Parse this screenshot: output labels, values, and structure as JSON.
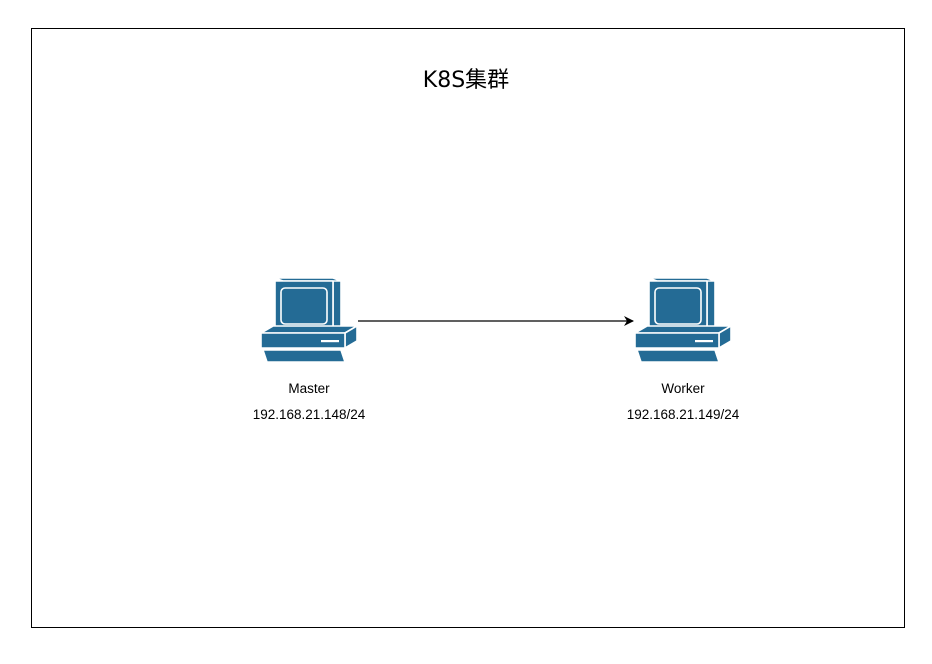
{
  "diagram": {
    "title": "K8S集群",
    "colors": {
      "node_fill": "#246b95",
      "node_stroke": "#ffffff",
      "border": "#000000",
      "connector": "#000000"
    },
    "nodes": [
      {
        "id": "master",
        "icon": "pc-icon",
        "name": "Master",
        "ip": "192.168.21.148/24"
      },
      {
        "id": "worker",
        "icon": "pc-icon",
        "name": "Worker",
        "ip": "192.168.21.149/24"
      }
    ],
    "edges": [
      {
        "from": "master",
        "to": "worker",
        "arrow": "end"
      }
    ]
  }
}
